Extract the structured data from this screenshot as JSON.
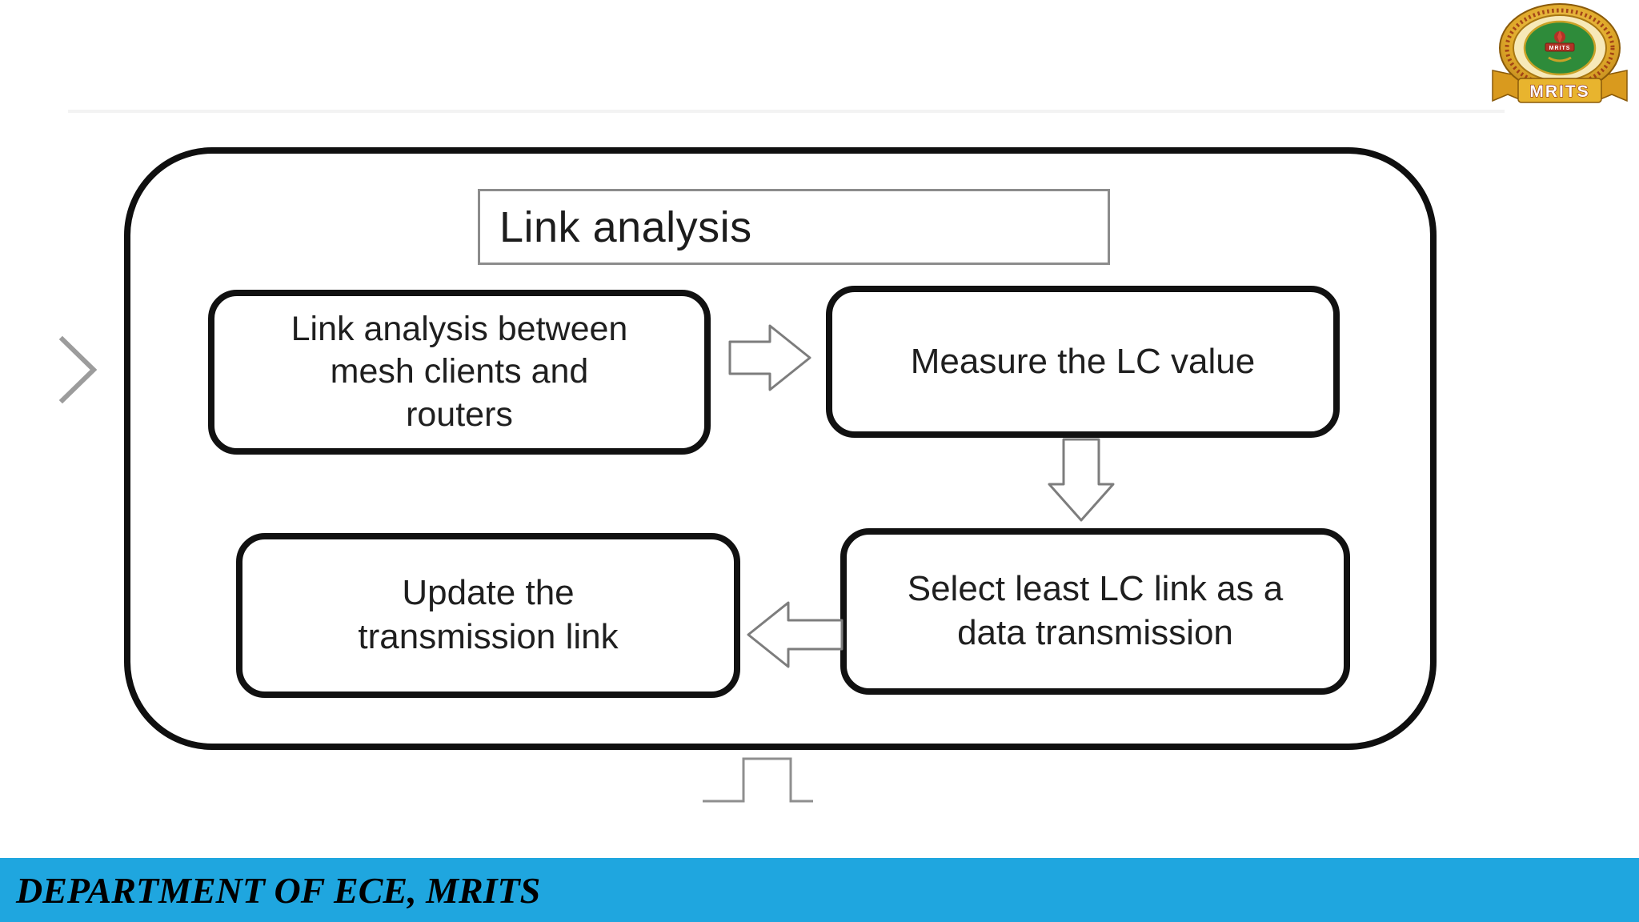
{
  "slide": {
    "background_color": "#ffffff"
  },
  "diagram": {
    "title": "Link analysis",
    "nodes": [
      {
        "text": "Link analysis between\nmesh clients and\nrouters"
      },
      {
        "text": "Measure the LC value"
      },
      {
        "text": "Update the\ntransmission link"
      },
      {
        "text": "Select least LC link as a\ndata transmission"
      }
    ],
    "arrows": [
      {
        "icon": "arrow-right-icon",
        "between": "node-1 to node-2"
      },
      {
        "icon": "arrow-down-icon",
        "between": "node-2 to node-4"
      },
      {
        "icon": "arrow-left-icon",
        "between": "node-4 to node-3"
      }
    ],
    "extra_shapes": [
      {
        "icon": "pulse-shape",
        "note": "partial block-arrow stem below container"
      },
      {
        "icon": "chevron-right-icon",
        "note": "gray chevron at left margin"
      }
    ],
    "colors": {
      "node_border": "#111111",
      "container_border": "#0f0f0f",
      "title_box_border": "#8c8c8c",
      "arrow_outline": "#7d7d7d"
    }
  },
  "logo": {
    "banner_text": "MRITS",
    "center_text": "MRITS",
    "colors": {
      "gold": "#E0A92A",
      "green": "#2E8B3A",
      "maroon": "#9A3413"
    }
  },
  "footer": {
    "text": "DEPARTMENT OF ECE, MRITS",
    "bg_color": "#1FA6DF",
    "text_color": "#000000"
  }
}
